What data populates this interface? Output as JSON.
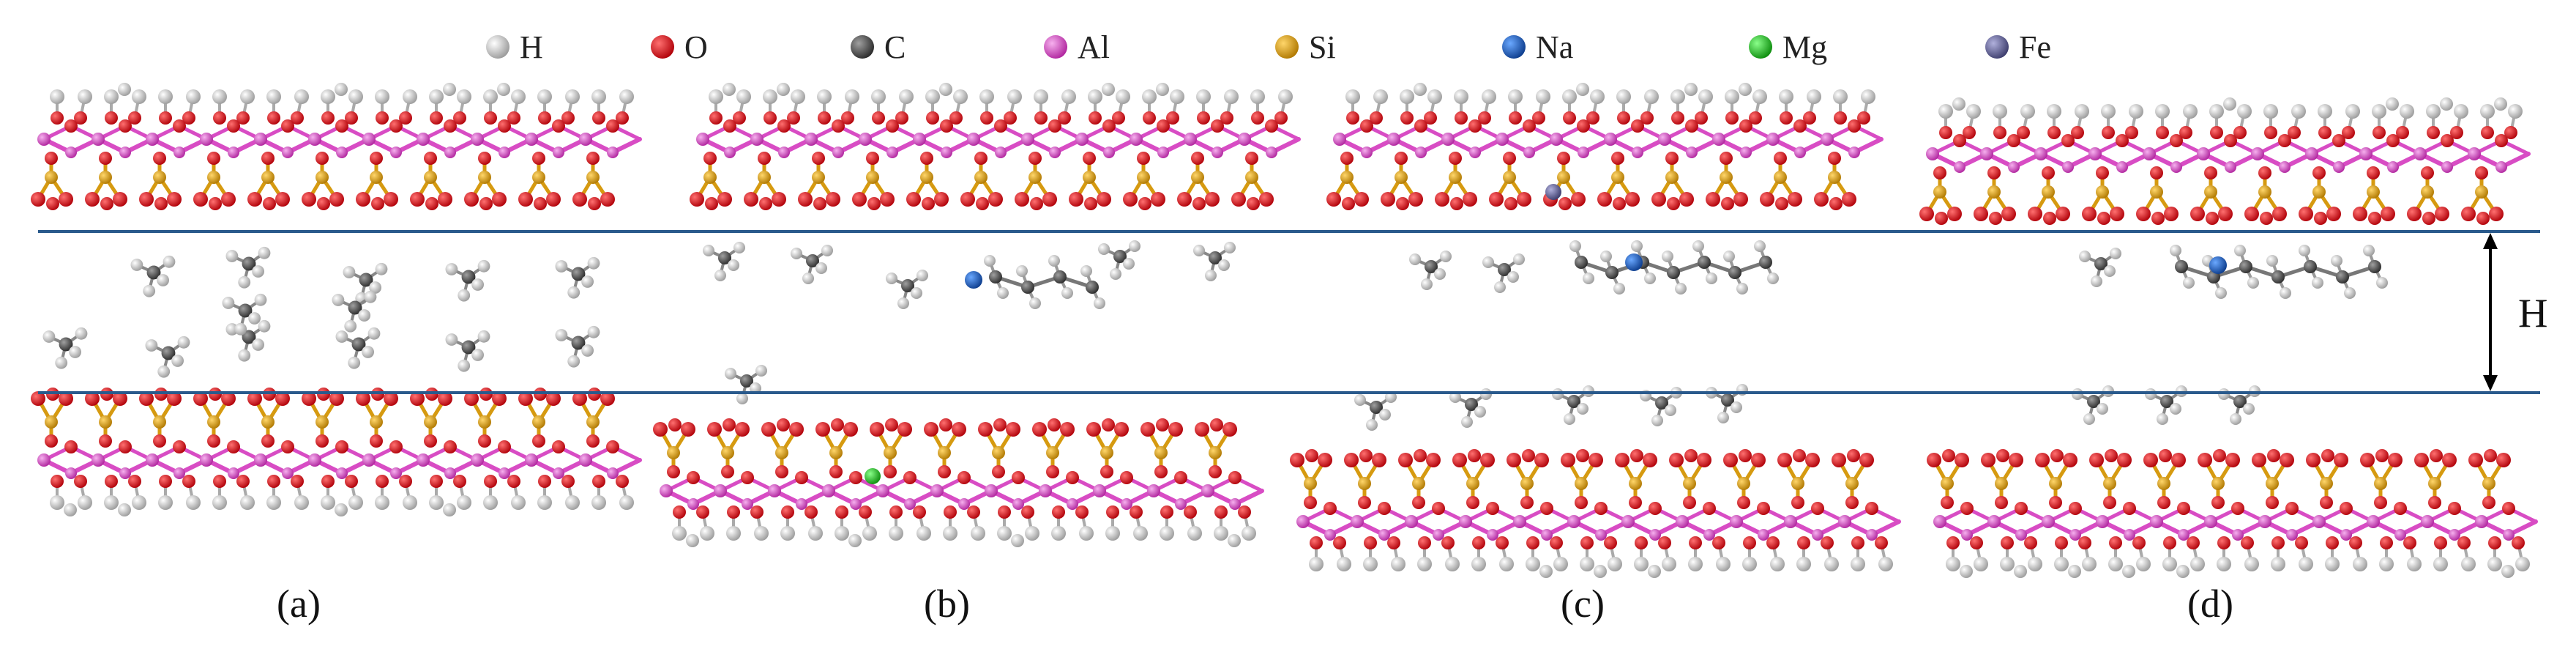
{
  "legend": [
    {
      "symbol": "H",
      "label": "H",
      "color": "#d6d6d6"
    },
    {
      "symbol": "O",
      "label": "O",
      "color": "#e8101a"
    },
    {
      "symbol": "C",
      "label": "C",
      "color": "#555555"
    },
    {
      "symbol": "Al",
      "label": "Al",
      "color": "#e052d0"
    },
    {
      "symbol": "Si",
      "label": "Si",
      "color": "#e0a012"
    },
    {
      "symbol": "Na",
      "label": "Na",
      "color": "#1c64c8"
    },
    {
      "symbol": "Mg",
      "label": "Mg",
      "color": "#22cc22"
    },
    {
      "symbol": "Fe",
      "label": "Fe",
      "color": "#6a6aa0"
    }
  ],
  "panels": [
    {
      "id": "a",
      "label": "(a)"
    },
    {
      "id": "b",
      "label": "(b)"
    },
    {
      "id": "c",
      "label": "(c)"
    },
    {
      "id": "d",
      "label": "(d)"
    }
  ],
  "gap_label": "H",
  "colors": {
    "boundary_line": "#2a5a8c",
    "arrow": "#000000"
  }
}
